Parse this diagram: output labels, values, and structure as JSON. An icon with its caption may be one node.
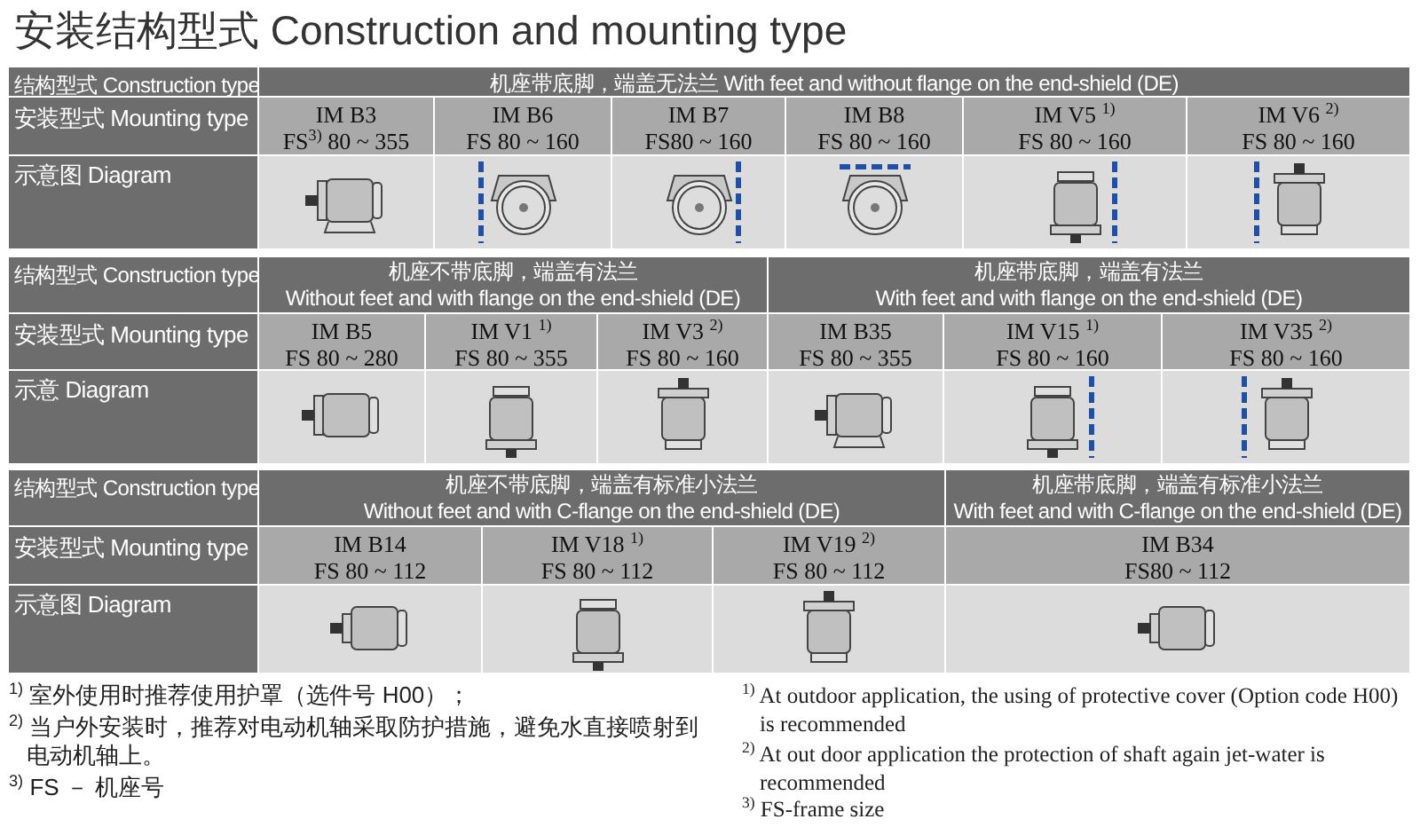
{
  "diagram": {
    "title": "安装结构型式 Construction and mounting type",
    "labels": [
      "结构型式 Construction type",
      "机座带底脚，端盖无法兰 With feet and without flange on the end-shield (DE)",
      "安装型式 Mounting type",
      "IM B3",
      "FS$^{3)}$ 80 ~ 355",
      "IM B6",
      "FS 80 ~ 160",
      "IM B7",
      "FS80 ~ 160",
      "IM B8",
      "FS 80 ~ 160",
      "IM V5 $^{1)}$",
      "FS 80 ~ 160",
      "IM V6 $^{2)}$",
      "FS 80 ~ 160",
      "示意图 Diagram",
      "结构型式 Construction type",
      "机座不带底脚，端盖有法兰",
      "Without feet and with flange on the end-shield (DE)",
      "机座带底脚，端盖有法兰",
      "With feet and with flange on the end-shield (DE)",
      "安装型式 Mounting type",
      "IM B5",
      "FS 80 ~ 280",
      "IM V1 $^{1)}$",
      "FS 80 ~ 355",
      "IM V3 $^{2)}$",
      "FS 80 ~ 160",
      "IM B35",
      "FS 80 ~ 355",
      "IM V15 $^{1)}$",
      "FS 80 ~ 160",
      "IM V35 $^{2)}$",
      "FS 80 ~ 160",
      "示意 Diagram",
      "结构型式 Construction type",
      "机座不带底脚，端盖有标准小法兰",
      "Without feet and with C-flange on the end-shield (DE)",
      "机座带底脚，端盖有标准小法兰",
      "With feet and with C-flange on the end-shield (DE)",
      "安装型式 Mounting type",
      "IM B14",
      "FS 80 ~ 112",
      "IM V18 $^{1)}$",
      "FS 80 ~ 112",
      "IM V19 $^{2)}$",
      "FS 80 ~ 112",
      "IM B34",
      "FS80 ~ 112",
      "示意图 Diagram",
      "$^{1)}$ 室外使用时推荐使用护罩（选件号 H00）；",
      "$^{2)}$ 当户外安装时，推荐对电动机轴采取防护措施，避免水直接喷射到电动机轴上。",
      "$^{3)}$ FS － 机座号",
      "$^{1)}$ At outdoor application, the using of protective cover (Option code H00) is recommended",
      "$^{2)}$ At out door application the protection of shaft again jet-water is recommended",
      "$^{3)}$ FS-frame size"
    ]
  }
}
